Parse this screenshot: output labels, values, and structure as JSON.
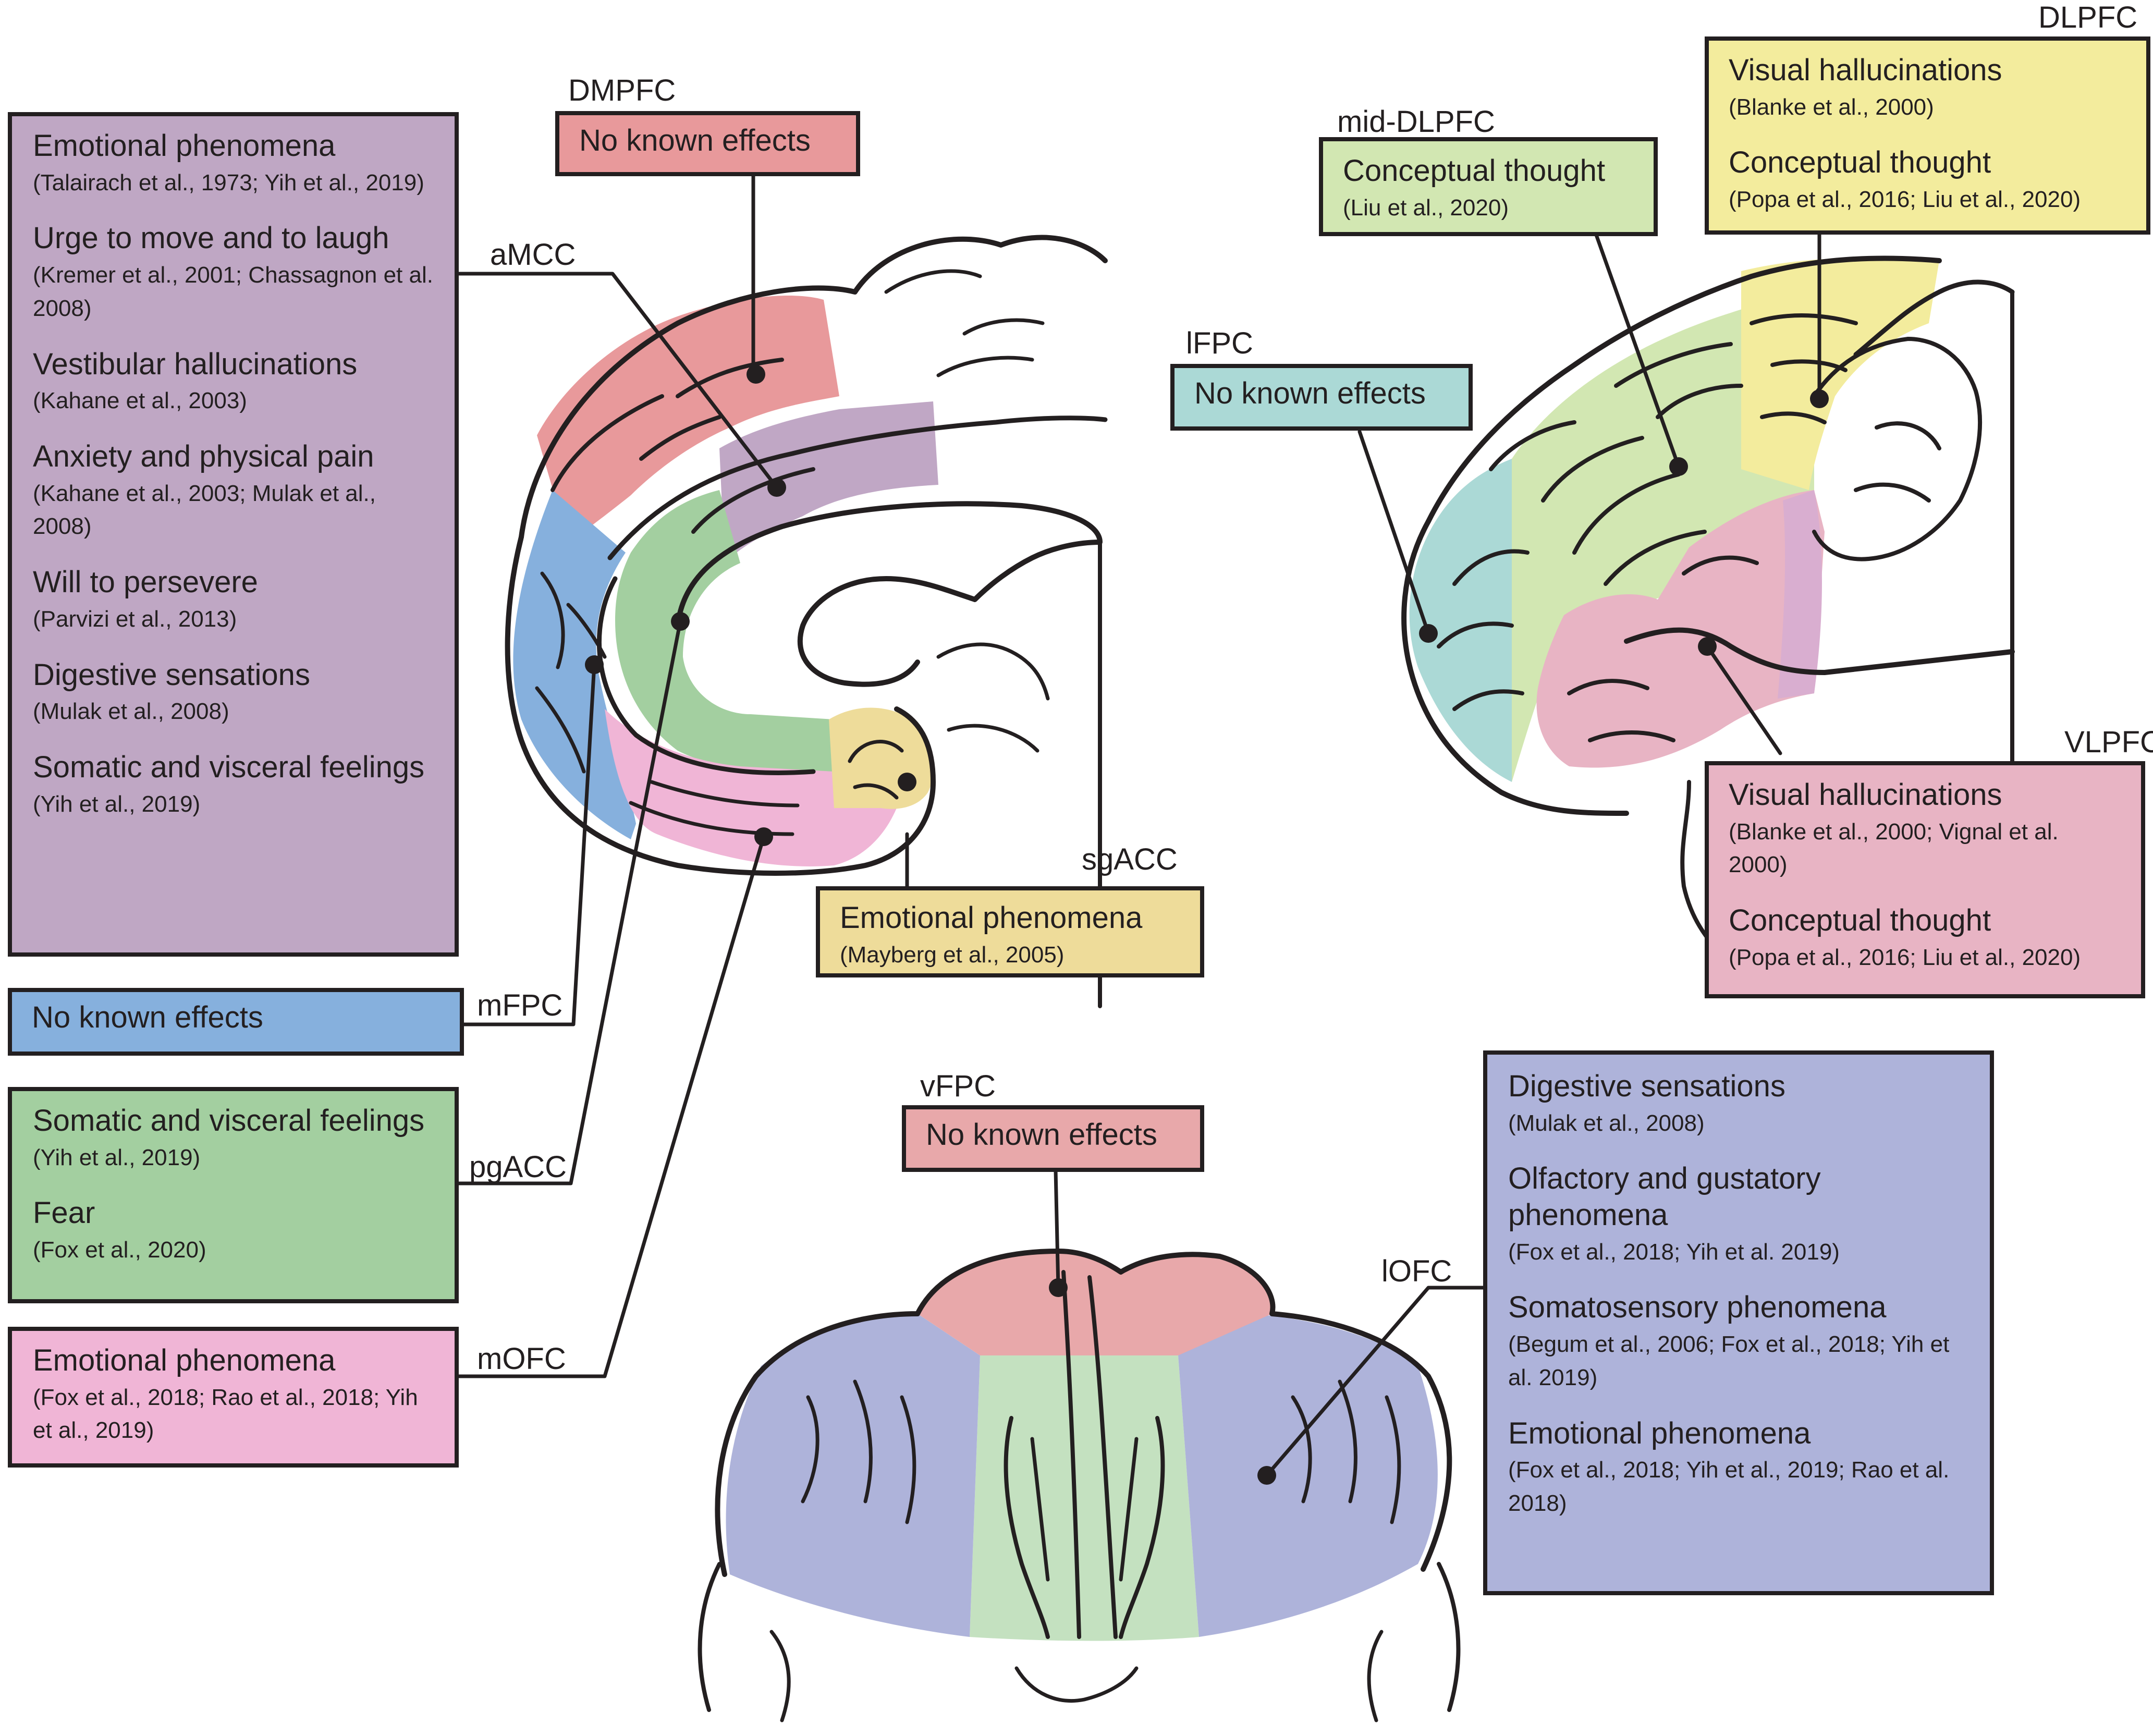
{
  "regions": {
    "dmpfc": {
      "label": "DMPFC",
      "color": "#e8999b",
      "entries": [
        {
          "title": "No known effects"
        }
      ]
    },
    "amcc": {
      "label": "aMCC",
      "color": "#bfa7c4",
      "entries": [
        {
          "title": "Emotional phenomena",
          "cite": "(Talairach et al., 1973; Yih et al., 2019)"
        },
        {
          "title": "Urge to move and to laugh",
          "cite": "(Kremer et al., 2001; Chassagnon et al. 2008)"
        },
        {
          "title": "Vestibular hallucinations",
          "cite": "(Kahane et al., 2003)"
        },
        {
          "title": "Anxiety and physical pain",
          "cite": "(Kahane et al., 2003;  Mulak et al., 2008)"
        },
        {
          "title": "Will to persevere",
          "cite": "(Parvizi et al., 2013)"
        },
        {
          "title": "Digestive sensations",
          "cite": "(Mulak et al., 2008)"
        },
        {
          "title": "Somatic and visceral feelings",
          "cite": "(Yih et al., 2019)"
        }
      ]
    },
    "mfpc": {
      "label": "mFPC",
      "color": "#86b0dd",
      "entries": [
        {
          "title": "No known effects"
        }
      ]
    },
    "pgacc": {
      "label": "pgACC",
      "color": "#a3cfa0",
      "entries": [
        {
          "title": "Somatic and visceral feelings",
          "cite": "(Yih et al., 2019)"
        },
        {
          "title": "Fear",
          "cite": "(Fox et al., 2020)"
        }
      ]
    },
    "mofc": {
      "label": "mOFC",
      "color": "#f0b5d6",
      "entries": [
        {
          "title": "Emotional phenomena",
          "cite": "(Fox et al., 2018; Rao et al., 2018; Yih et al., 2019)"
        }
      ]
    },
    "sgacc": {
      "label": "sgACC",
      "color": "#eedc9a",
      "entries": [
        {
          "title": "Emotional phenomena",
          "cite": "(Mayberg et al., 2005)"
        }
      ]
    },
    "lfpc": {
      "label": "lFPC",
      "color": "#abd9d6",
      "entries": [
        {
          "title": "No known effects"
        }
      ]
    },
    "mid_dlpfc": {
      "label": "mid-DLPFC",
      "color": "#d2e7b2",
      "entries": [
        {
          "title": "Conceptual thought",
          "cite": "(Liu et al., 2020)"
        }
      ]
    },
    "dlpfc": {
      "label": "DLPFC",
      "color": "#f3ec9d",
      "entries": [
        {
          "title": "Visual hallucinations",
          "cite": "(Blanke et al., 2000)"
        },
        {
          "title": "Conceptual thought",
          "cite": "(Popa et al., 2016; Liu et al., 2020)"
        }
      ]
    },
    "vlpfc": {
      "label": "VLPFC",
      "color": "#e8b4c4",
      "entries": [
        {
          "title": "Visual hallucinations",
          "cite": "(Blanke et al., 2000; Vignal et al. 2000)"
        },
        {
          "title": "Conceptual thought",
          "cite": "(Popa et al., 2016; Liu et al., 2020)"
        }
      ]
    },
    "vfpc": {
      "label": "vFPC",
      "color": "#e8a8aa",
      "entries": [
        {
          "title": "No known effects"
        }
      ]
    },
    "lofc": {
      "label": "lOFC",
      "color": "#aeb3da",
      "entries": [
        {
          "title": "Digestive sensations",
          "cite": "(Mulak et al., 2008)"
        },
        {
          "title": "Olfactory and gustatory phenomena",
          "cite": "(Fox et al., 2018; Yih et al. 2019)"
        },
        {
          "title": "Somatosensory phenomena",
          "cite": "(Begum et al., 2006; Fox et al., 2018; Yih et al. 2019)"
        },
        {
          "title": "Emotional phenomena",
          "cite": "(Fox et al., 2018; Yih et al., 2019; Rao et al. 2018)"
        }
      ]
    }
  },
  "colors": {
    "outline": "#231f20",
    "mofc_fill": "#f1b3d3",
    "pgacc_fill": "#a8d3a5",
    "lofc_fill": "#aab1da",
    "vfpc_green": "#c4e1c0"
  }
}
